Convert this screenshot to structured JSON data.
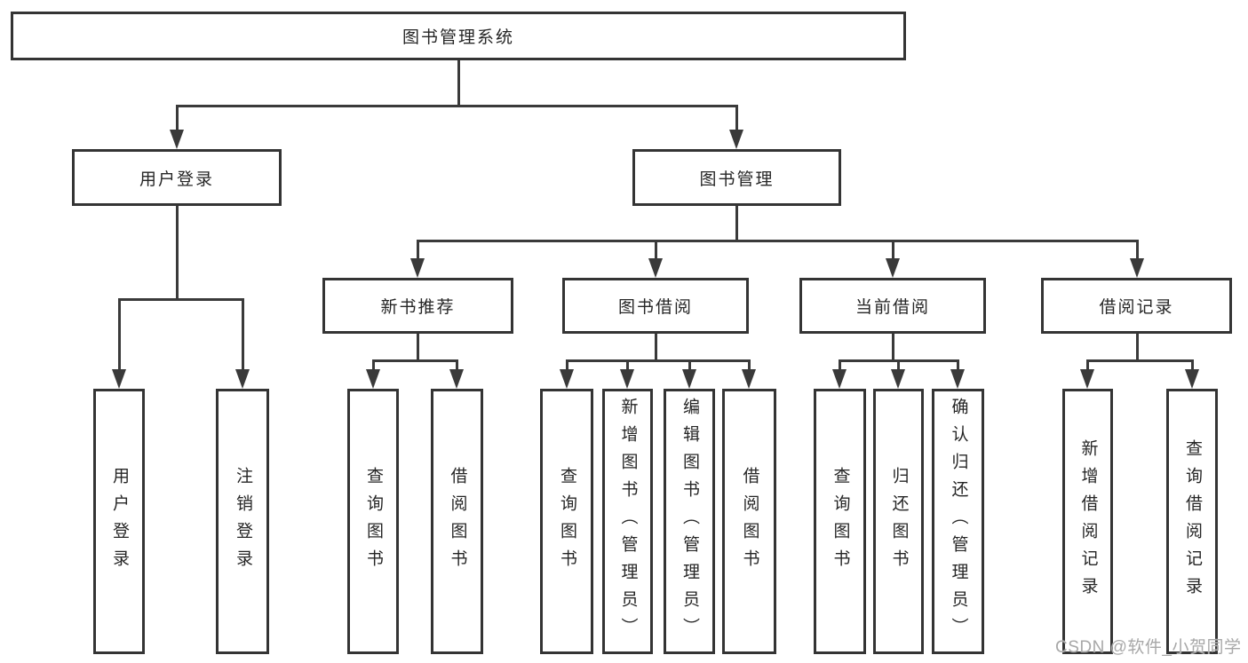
{
  "tree": {
    "label": "图书管理系统",
    "children": [
      {
        "label": "用户登录",
        "children": [
          {
            "label": "用户登录"
          },
          {
            "label": "注销登录"
          }
        ]
      },
      {
        "label": "图书管理",
        "children": [
          {
            "label": "新书推荐",
            "children": [
              {
                "label": "查询图书"
              },
              {
                "label": "借阅图书"
              }
            ]
          },
          {
            "label": "图书借阅",
            "children": [
              {
                "label": "查询图书"
              },
              {
                "label": "新增图书（管理员）"
              },
              {
                "label": "编辑图书（管理员）"
              },
              {
                "label": "借阅图书"
              }
            ]
          },
          {
            "label": "当前借阅",
            "children": [
              {
                "label": "查询图书"
              },
              {
                "label": "归还图书"
              },
              {
                "label": "确认归还（管理员）"
              }
            ]
          },
          {
            "label": "借阅记录",
            "children": [
              {
                "label": "新增借阅记录"
              },
              {
                "label": "查询借阅记录"
              }
            ]
          }
        ]
      }
    ]
  },
  "watermark": {
    "text": "CSDN @软件_小贺同学"
  },
  "colors": {
    "line": "#3a3a3a",
    "border": "#343434",
    "text": "#262626",
    "watermark": "#a8a8a8",
    "background": "#ffffff"
  }
}
